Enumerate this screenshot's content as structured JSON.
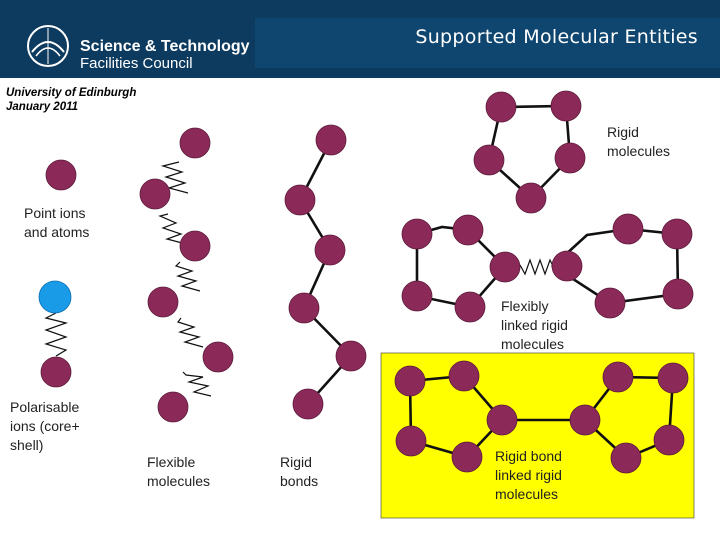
{
  "header": {
    "title": "Supported Molecular Entities",
    "org_line1": "Science & Technology",
    "org_line2": "Facilities Council",
    "logo_icon": "stfc-logo-icon"
  },
  "venue": {
    "line1": "University of Edinburgh",
    "line2": "January 2011"
  },
  "labels": {
    "point_ions": "Point ions\nand atoms",
    "polarisable": "Polarisable\nions (core+\nshell)",
    "flexible": "Flexible\nmolecules",
    "rigid_bonds": "Rigid\nbonds",
    "rigid_molecules": "Rigid\nmolecules",
    "flexibly_linked": "Flexibly\nlinked rigid\nmolecules",
    "rigid_bond_linked": "Rigid bond\nlinked rigid\nmolecules"
  },
  "colors": {
    "header_bg": "#0d3a5f",
    "atom": "#8b2a58",
    "shell": "#1a9be8",
    "highlight": "#ffff00"
  }
}
